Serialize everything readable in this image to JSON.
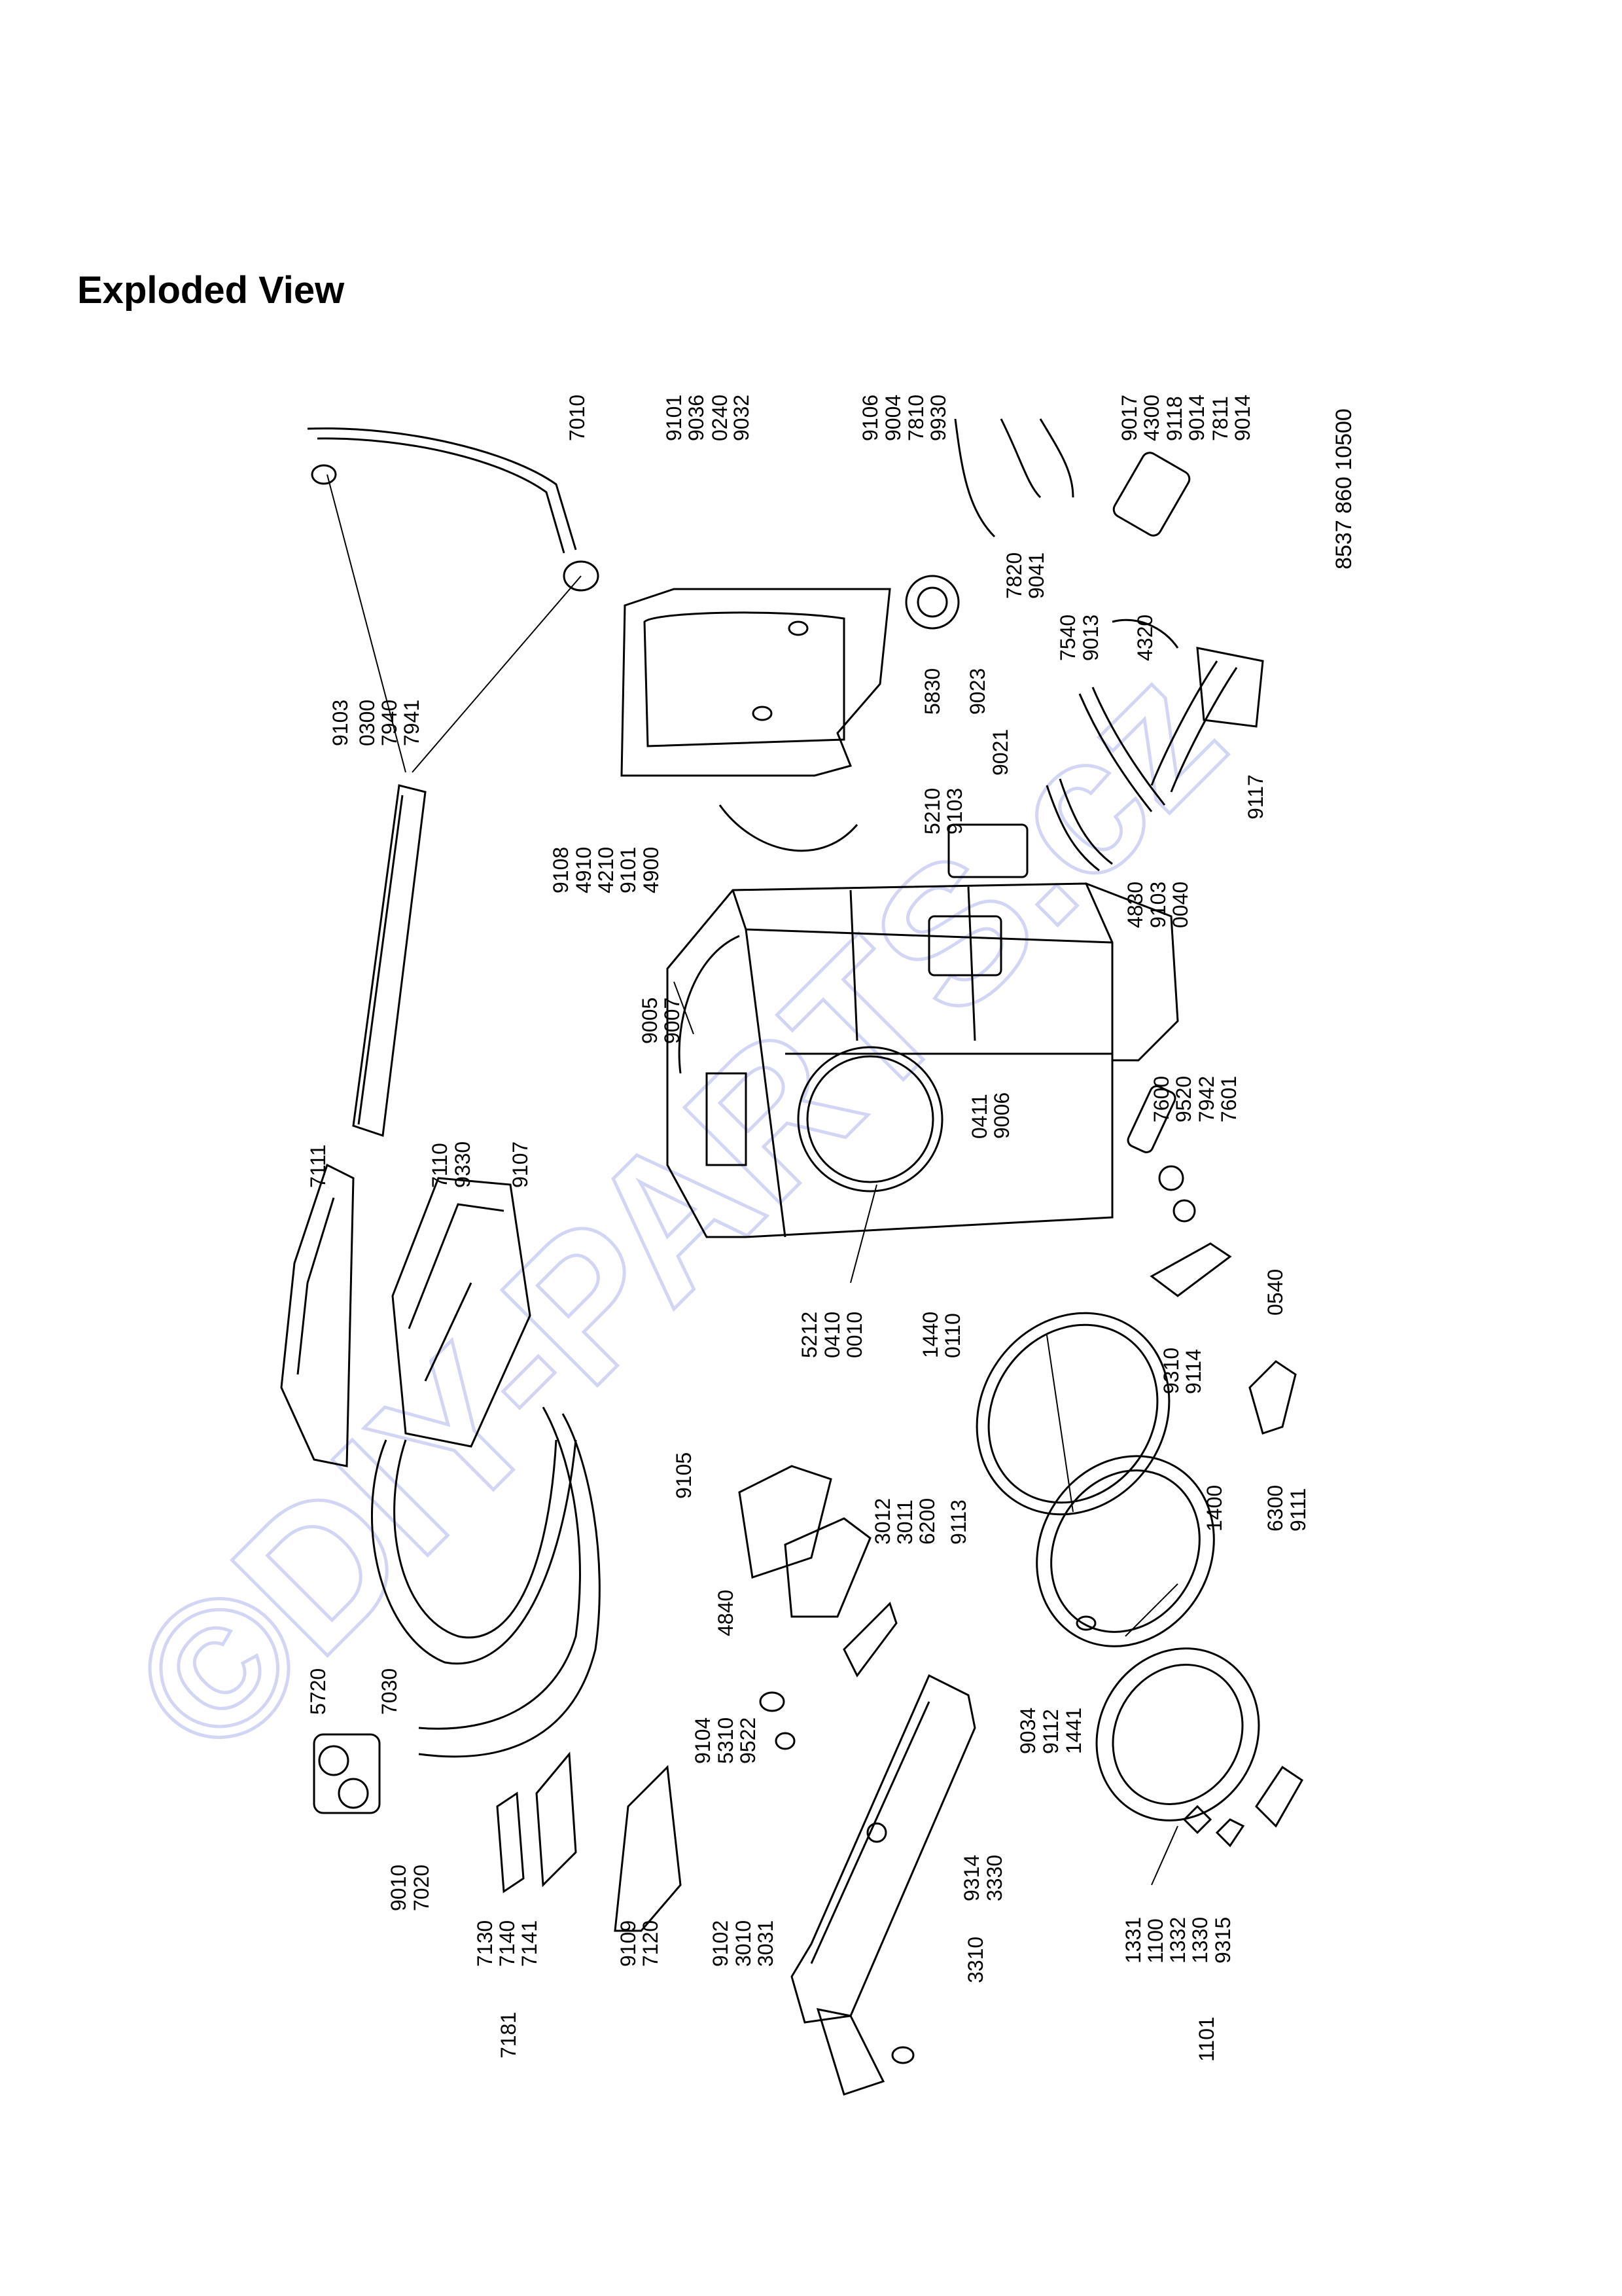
{
  "page": {
    "title": "Exploded View"
  },
  "document_code": "8537 860 10500",
  "watermark": "©DIY-PARTS.cz",
  "callouts": [
    "7010",
    "9101",
    "9036",
    "0240",
    "9032",
    "9106",
    "9004",
    "7810",
    "9930",
    "9017",
    "4300",
    "9118",
    "9014",
    "7811",
    "9014",
    "9103",
    "0300",
    "7940",
    "7941",
    "9108",
    "4910",
    "4210",
    "9101",
    "4900",
    "5210",
    "9103",
    "9021",
    "9023",
    "5830",
    "7820",
    "9041",
    "7540",
    "9013",
    "4320",
    "9117",
    "4830",
    "9103",
    "0040",
    "9005",
    "9007",
    "9006",
    "0411",
    "7600",
    "9520",
    "7942",
    "7601",
    "7111",
    "7110",
    "9330",
    "9107",
    "5212",
    "0410",
    "0010",
    "1440",
    "0110",
    "0540",
    "9310",
    "9114",
    "9105",
    "4840",
    "3012",
    "3011",
    "6200",
    "9113",
    "1400",
    "6300",
    "9111",
    "5720",
    "7030",
    "9104",
    "5310",
    "9522",
    "9034",
    "9112",
    "1441",
    "9010",
    "7020",
    "7130",
    "7140",
    "7141",
    "7181",
    "9109",
    "7120",
    "9102",
    "3010",
    "3031",
    "9314",
    "3330",
    "3310",
    "1331",
    "1100",
    "1332",
    "1330",
    "9315",
    "1101"
  ]
}
